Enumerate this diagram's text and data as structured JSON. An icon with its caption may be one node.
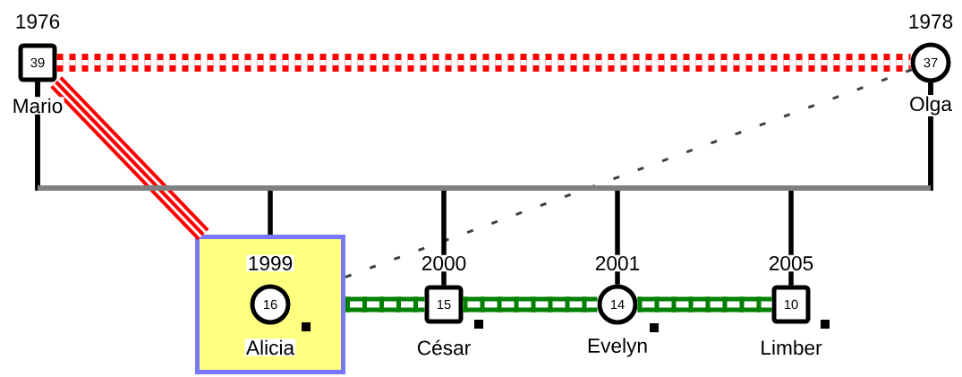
{
  "diagram": {
    "nodes": [
      {
        "text": [
          "39"
        ],
        "beside": [
          "1976",
          "Mario"
        ]
      },
      {
        "text": [
          "37"
        ],
        "beside": [
          "1978",
          "Olga"
        ]
      },
      {
        "text": [],
        "shape": "box"
      },
      {
        "text": [
          "16"
        ],
        "beside": [
          "1999",
          "Alicia"
        ],
        "in": 2
      },
      {
        "text": [
          "15"
        ],
        "beside": [
          "2000",
          "César"
        ]
      },
      {
        "text": [
          "14"
        ],
        "beside": [
          "2001",
          "Evelyn"
        ]
      },
      {
        "text": [
          "10"
        ],
        "beside": [
          "2005",
          "Limber"
        ]
      }
    ],
    "edges": [
      {
        "from": 0,
        "to": 1,
        "arrow": "none",
        "style": "dashed",
        "color": "#ff0000"
      },
      {
        "from": 0,
        "to": 2,
        "arrow": "none",
        "style": "thick",
        "color": "#ff0000"
      },
      {
        "from": 1,
        "to": 2,
        "arrow": "none",
        "style": "dashed",
        "color": "#404040"
      },
      {
        "from": 2,
        "to": 4,
        "arrow": "none",
        "style": "thick",
        "color": "#008000"
      },
      {
        "from": 4,
        "to": 5,
        "arrow": "none",
        "style": "thick",
        "color": "#008000"
      },
      {
        "from": 5,
        "to": 6,
        "arrow": "none",
        "style": "thick",
        "color": "#008000"
      },
      {
        "from": 0,
        "to": 2,
        "arrow": "none"
      },
      {
        "from": 0,
        "to": 4,
        "arrow": "none"
      },
      {
        "from": 0,
        "to": 5,
        "arrow": "none"
      },
      {
        "from": 0,
        "to": 6,
        "arrow": "none"
      },
      {
        "from": 1,
        "to": 2,
        "arrow": "none"
      },
      {
        "from": 1,
        "to": 4,
        "arrow": "none"
      },
      {
        "from": 1,
        "to": 5,
        "arrow": "none"
      },
      {
        "from": 1,
        "to": 6,
        "arrow": "none"
      }
    ]
  }
}
